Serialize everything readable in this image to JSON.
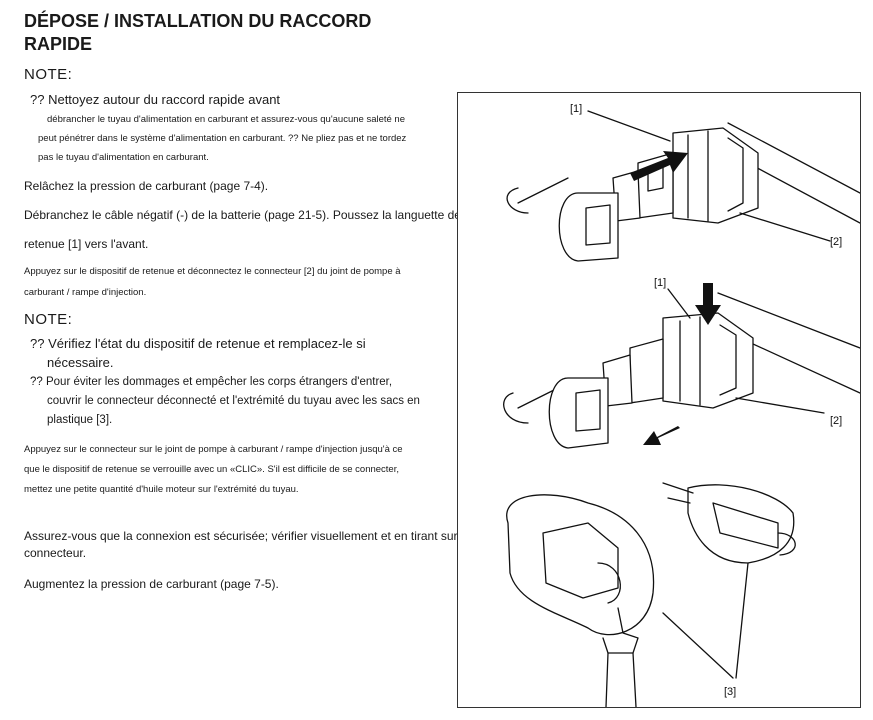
{
  "title": {
    "line1": "DÉPOSE / INSTALLATION DU RACCORD",
    "line2": "RAPIDE"
  },
  "note1": {
    "heading": "NOTE:",
    "item1": "?? Nettoyez autour du raccord rapide avant",
    "item1_cont1": "débrancher le tuyau d'alimentation en carburant et assurez-vous qu'aucune saleté ne",
    "item1_cont2": "peut pénétrer dans le système d'alimentation en carburant. ?? Ne pliez pas et ne tordez",
    "item1_cont3": "pas le tuyau d'alimentation en carburant."
  },
  "steps": {
    "s1": "Relâchez la pression de carburant (page 7-4).",
    "s2a": "Débranchez le câble négatif (-) de la batterie (page 21-5). Poussez la languette de",
    "s2b": "retenue [1] vers l'avant.",
    "s3a": "Appuyez sur le dispositif de retenue et déconnectez le connecteur [2] du joint de pompe à",
    "s3b": "carburant / rampe d'injection."
  },
  "note2": {
    "heading": "NOTE:",
    "item1a": "?? Vérifiez l'état du dispositif de retenue et remplacez-le si",
    "item1b": "nécessaire.",
    "item2a": "?? Pour éviter les dommages et empêcher les corps étrangers d'entrer,",
    "item2b": "couvrir le connecteur déconnecté et l'extrémité du tuyau avec les sacs en",
    "item2c": "plastique [3]."
  },
  "install": {
    "p1a": "Appuyez sur le connecteur sur le joint de pompe à carburant / rampe d'injection jusqu'à ce",
    "p1b": "que le dispositif de retenue se verrouille avec un «CLIC». S'il est difficile de se connecter,",
    "p1c": "mettez une petite quantité d'huile moteur sur l'extrémité du tuyau.",
    "p2a": "Assurez-vous que la connexion est sécurisée; vérifier visuellement et en tirant sur le",
    "p2b": "connecteur.",
    "p3": "Augmentez la pression de carburant (page 7-5)."
  },
  "figure": {
    "label_retainer": "[1]",
    "label_connector": "[2]",
    "label_bags": "[3]"
  }
}
